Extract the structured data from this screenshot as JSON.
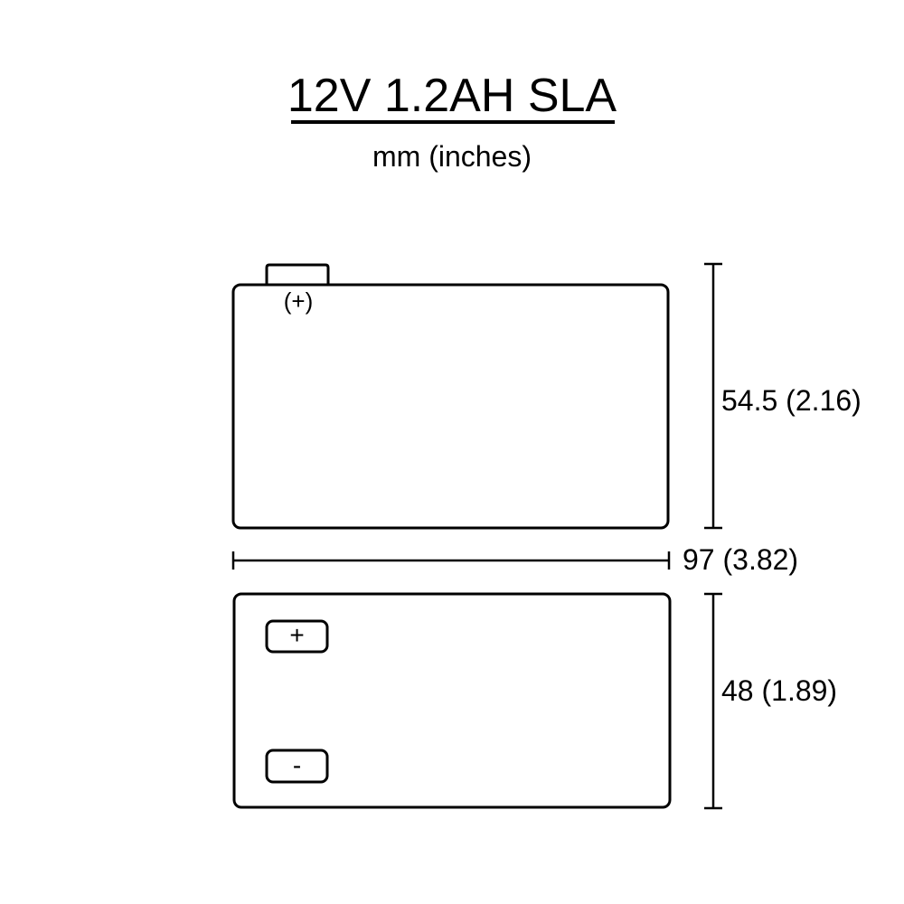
{
  "header": {
    "title": "12V 1.2AH SLA",
    "units": "mm (inches)"
  },
  "side_view": {
    "terminal_label": "(+)",
    "height_dimension": "54.5 (2.16)"
  },
  "width_dimension": "97 (3.82)",
  "top_view": {
    "positive_terminal": "+",
    "negative_terminal": "-",
    "depth_dimension": "48 (1.89)"
  },
  "colors": {
    "line": "#000000",
    "background": "#ffffff"
  }
}
